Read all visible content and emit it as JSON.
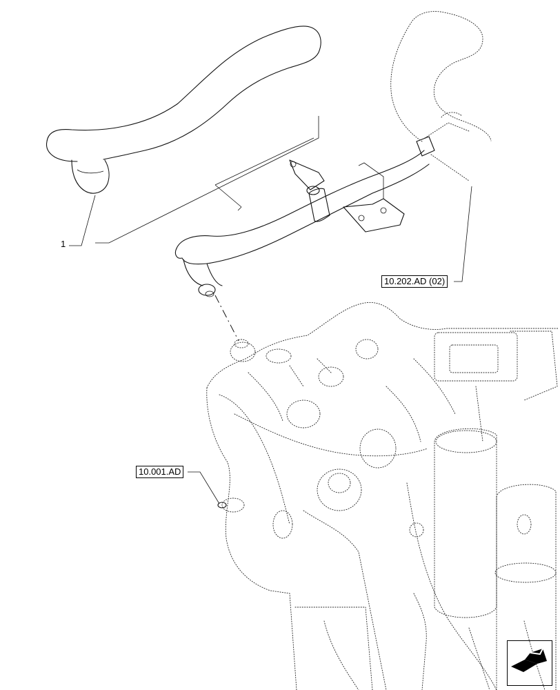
{
  "labels": {
    "item_1": "1",
    "ref_top": "10.202.AD (02)",
    "ref_left": "10.001.AD"
  },
  "icons": {
    "nav": "next-page-arrow-icon"
  }
}
